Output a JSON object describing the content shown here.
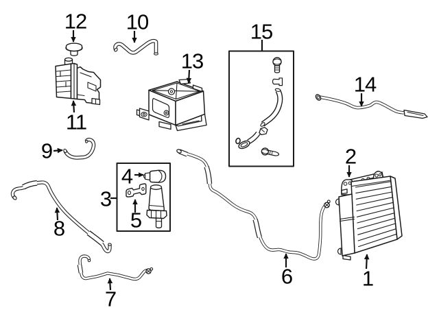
{
  "figure": {
    "type": "automotive-parts-line-diagram",
    "background": "#ffffff",
    "line_color": "#1a1a1a",
    "box_border_color": "#1a1a1a",
    "label_color": "#000000"
  },
  "callouts": [
    {
      "label": "1"
    },
    {
      "label": "2"
    },
    {
      "label": "3"
    },
    {
      "label": "4"
    },
    {
      "label": "5"
    },
    {
      "label": "6"
    },
    {
      "label": "7"
    },
    {
      "label": "8"
    },
    {
      "label": "9"
    },
    {
      "label": "10"
    },
    {
      "label": "11"
    },
    {
      "label": "12"
    },
    {
      "label": "13"
    },
    {
      "label": "14"
    },
    {
      "label": "15"
    }
  ]
}
